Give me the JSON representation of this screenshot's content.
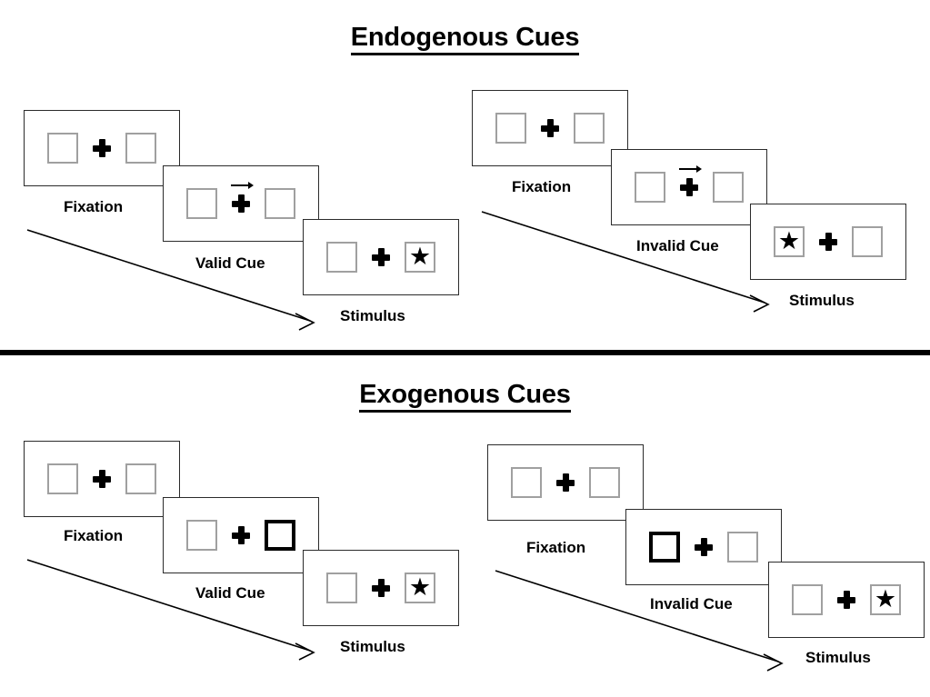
{
  "figure": {
    "title_endogenous": "Endogenous Cues",
    "title_exogenous": "Exogenous Cues",
    "colors": {
      "frame_border": "#2b2b2b",
      "box_border": "#a0a0a0",
      "cued_box_border": "#000000",
      "ink": "#000000",
      "background": "#ffffff"
    }
  },
  "sections": [
    {
      "id": "endogenous",
      "title": "Endogenous Cues",
      "streams": [
        {
          "id": "endogenous-valid",
          "condition": "Valid",
          "panels": [
            {
              "caption": "Fixation",
              "left_box": "empty",
              "right_box": "empty",
              "cue": "none"
            },
            {
              "caption": "Valid Cue",
              "left_box": "empty",
              "right_box": "empty",
              "cue": "arrow-right"
            },
            {
              "caption": "Stimulus",
              "left_box": "empty",
              "right_box": "star",
              "cue": "none"
            }
          ]
        },
        {
          "id": "endogenous-invalid",
          "condition": "Invalid",
          "panels": [
            {
              "caption": "Fixation",
              "left_box": "empty",
              "right_box": "empty",
              "cue": "none"
            },
            {
              "caption": "Invalid Cue",
              "left_box": "empty",
              "right_box": "empty",
              "cue": "arrow-right"
            },
            {
              "caption": "Stimulus",
              "left_box": "star",
              "right_box": "empty",
              "cue": "none"
            }
          ]
        }
      ]
    },
    {
      "id": "exogenous",
      "title": "Exogenous Cues",
      "streams": [
        {
          "id": "exogenous-valid",
          "condition": "Valid",
          "panels": [
            {
              "caption": "Fixation",
              "left_box": "empty",
              "right_box": "empty",
              "cue": "none"
            },
            {
              "caption": "Valid Cue",
              "left_box": "empty",
              "right_box": "cued",
              "cue": "none"
            },
            {
              "caption": "Stimulus",
              "left_box": "empty",
              "right_box": "star",
              "cue": "none"
            }
          ]
        },
        {
          "id": "exogenous-invalid",
          "condition": "Invalid",
          "panels": [
            {
              "caption": "Fixation",
              "left_box": "empty",
              "right_box": "empty",
              "cue": "none"
            },
            {
              "caption": "Invalid Cue",
              "left_box": "cued",
              "right_box": "empty",
              "cue": "none"
            },
            {
              "caption": "Stimulus",
              "left_box": "empty",
              "right_box": "star",
              "cue": "none"
            }
          ]
        }
      ]
    }
  ],
  "icons": {
    "star": "★",
    "cue_arrow": "arrow-right-icon",
    "flow_arrow": "flow-arrow-icon",
    "fixation": "plus-fixation-icon"
  }
}
